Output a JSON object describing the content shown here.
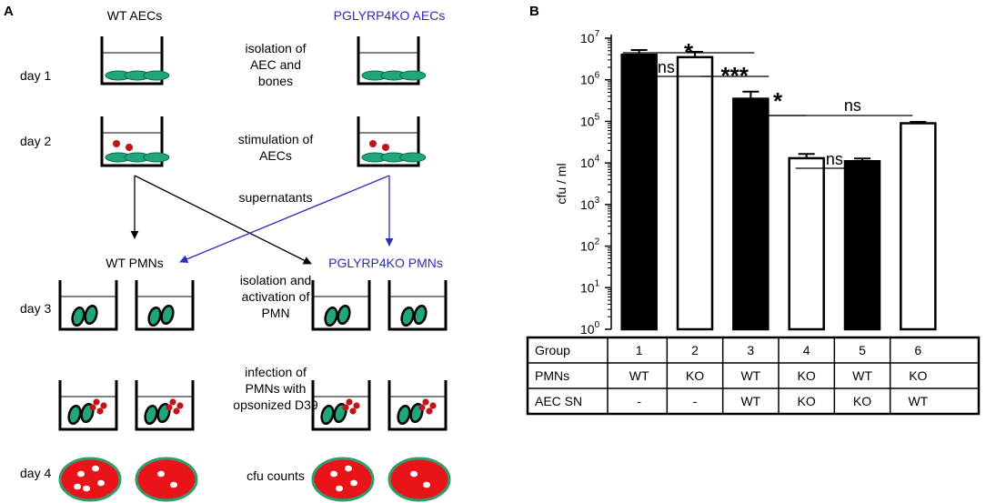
{
  "panel_a": {
    "label": "A",
    "wt_aecs": "WT AECs",
    "ko_aecs": "PGLYRP4KO AECs",
    "days": [
      "day 1",
      "day 2",
      "day 3",
      "day 4"
    ],
    "steps": [
      [
        "isolation of",
        "AEC and",
        "bones"
      ],
      [
        "stimulation of",
        "AECs"
      ],
      [
        "supernatants"
      ],
      [
        "isolation and",
        "activation of",
        "PMN"
      ],
      [
        "infection of",
        "PMNs with",
        "opsonized D39"
      ],
      [
        "cfu counts"
      ]
    ],
    "wt_pmns": "WT PMNs",
    "ko_pmns": "PGLYRP4KO PMNs",
    "colors": {
      "blue": "#2b2bbd",
      "cell": "#1fa67a",
      "bacteria": "#c0141b",
      "plate": "#e8141a",
      "plate_rim": "#2f9d6a"
    },
    "colony_counts": [
      5,
      2,
      4,
      2
    ]
  },
  "panel_b_label": "B",
  "chart_data": {
    "type": "bar",
    "categories": [
      "1",
      "2",
      "3",
      "4",
      "5",
      "6"
    ],
    "values": [
      4000000,
      3500000,
      350000,
      13000,
      11000,
      90000
    ],
    "errors_upper": [
      5200000,
      4700000,
      520000,
      16500,
      12800,
      97000
    ],
    "fills": [
      "#000000",
      "#ffffff",
      "#000000",
      "#ffffff",
      "#000000",
      "#ffffff"
    ],
    "ylabel": "cfu / ml",
    "yscale": "log",
    "ylim": [
      1,
      10000000
    ],
    "yticks": [
      {
        "base": "10",
        "exp": "0"
      },
      {
        "base": "10",
        "exp": "1"
      },
      {
        "base": "10",
        "exp": "2"
      },
      {
        "base": "10",
        "exp": "3"
      },
      {
        "base": "10",
        "exp": "4"
      },
      {
        "base": "10",
        "exp": "5"
      },
      {
        "base": "10",
        "exp": "6"
      },
      {
        "base": "10",
        "exp": "7"
      }
    ],
    "significance": [
      {
        "from": "1",
        "to": "3",
        "label": "*"
      },
      {
        "from": "1",
        "to": "2",
        "label": "ns"
      },
      {
        "from": "2",
        "to": "3",
        "label": "***"
      },
      {
        "from": "3",
        "to": "4",
        "label": "*"
      },
      {
        "from": "3",
        "to": "6",
        "label": "ns"
      },
      {
        "from": "4",
        "to": "5",
        "label": "ns"
      }
    ],
    "table": {
      "rows": [
        {
          "header": "Group",
          "cells": [
            "1",
            "2",
            "3",
            "4",
            "5",
            "6"
          ]
        },
        {
          "header": "PMNs",
          "cells": [
            "WT",
            "KO",
            "WT",
            "KO",
            "WT",
            "KO"
          ]
        },
        {
          "header": "AEC SN",
          "cells": [
            "-",
            "-",
            "WT",
            "KO",
            "KO",
            "WT"
          ]
        }
      ]
    }
  }
}
